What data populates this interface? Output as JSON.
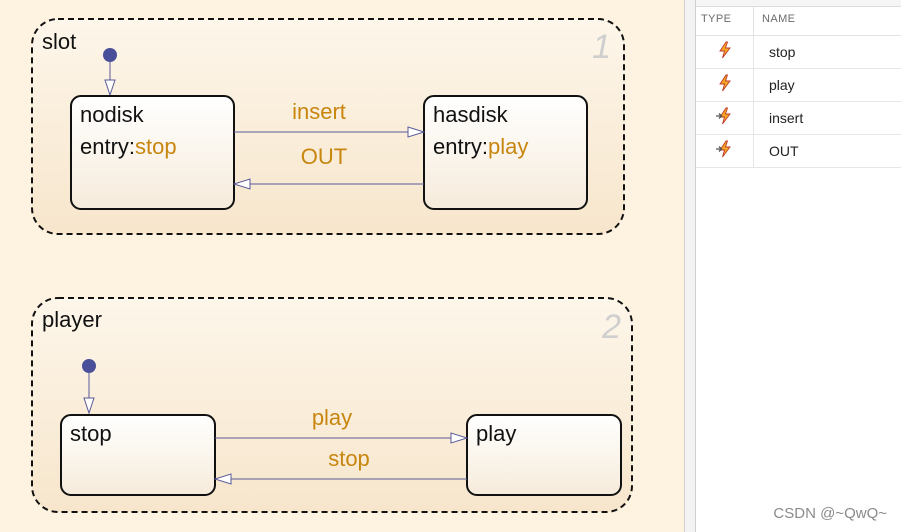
{
  "colors": {
    "background": "#fdf3e0",
    "action_text": "#c8860f",
    "transition_line": "#5a5a9a",
    "default_dot": "#4a4f99",
    "chart_number": "#cfcfcf"
  },
  "charts": [
    {
      "name": "slot",
      "number": "1",
      "states": [
        {
          "name": "nodisk",
          "entry_prefix": "entry:",
          "entry_action": "stop"
        },
        {
          "name": "hasdisk",
          "entry_prefix": "entry:",
          "entry_action": "play"
        }
      ],
      "transitions": [
        {
          "from": "nodisk",
          "to": "hasdisk",
          "label": "insert"
        },
        {
          "from": "hasdisk",
          "to": "nodisk",
          "label": "OUT"
        }
      ]
    },
    {
      "name": "player",
      "number": "2",
      "states": [
        {
          "name": "stop"
        },
        {
          "name": "play"
        }
      ],
      "transitions": [
        {
          "from": "stop",
          "to": "play",
          "label": "play"
        },
        {
          "from": "play",
          "to": "stop",
          "label": "stop"
        }
      ]
    }
  ],
  "symbols_panel": {
    "columns": [
      "TYPE",
      "NAME"
    ],
    "rows": [
      {
        "icon": "event-icon",
        "name": "stop"
      },
      {
        "icon": "event-icon",
        "name": "play"
      },
      {
        "icon": "input-event-icon",
        "name": "insert"
      },
      {
        "icon": "input-event-icon",
        "name": "OUT"
      }
    ]
  },
  "watermark": "CSDN @~QwQ~"
}
